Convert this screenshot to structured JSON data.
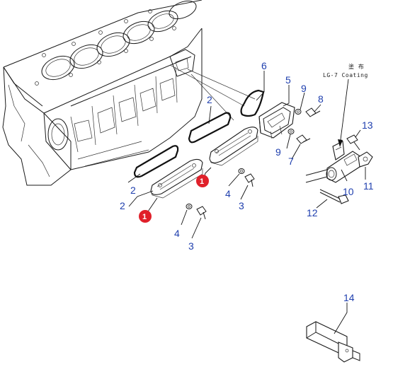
{
  "callouts": {
    "c1": "2",
    "c2": "2",
    "c3": "2",
    "c4": "4",
    "c5": "3",
    "c6": "4",
    "c7": "3",
    "c8": "6",
    "c9": "5",
    "c10": "9",
    "c11": "8",
    "c12": "9",
    "c13": "7",
    "c14": "13",
    "c15": "10",
    "c16": "11",
    "c17": "12",
    "c18": "14"
  },
  "badges": {
    "b1": "1",
    "b2": "1"
  },
  "note": {
    "line1": "塗 布",
    "line2": "LG-7 Coating"
  },
  "colors": {
    "callout": "#1f3fae",
    "badge": "#e0202a"
  }
}
